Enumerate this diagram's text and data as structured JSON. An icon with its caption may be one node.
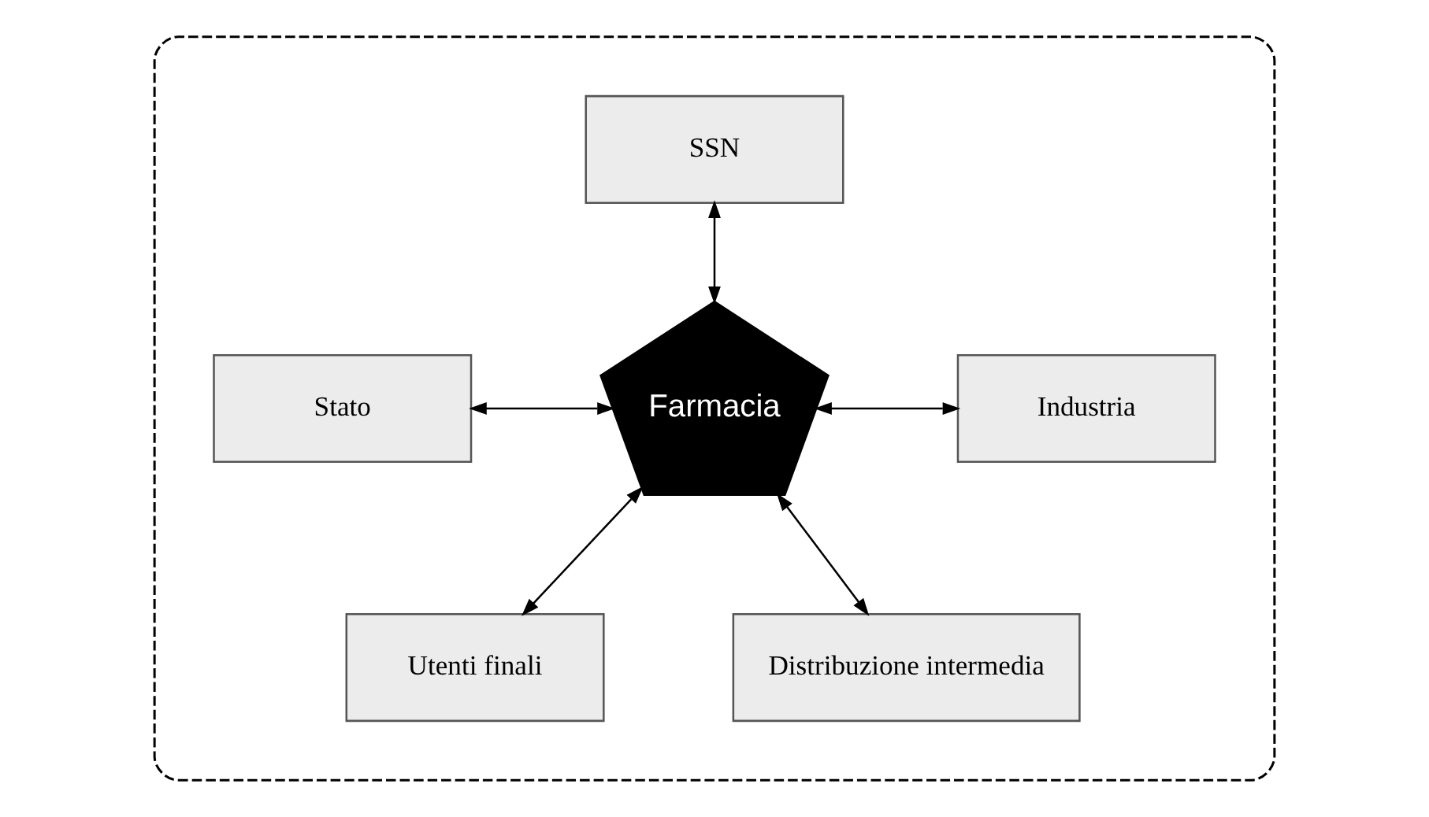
{
  "diagram": {
    "nodes": [
      {
        "text": [],
        "shape": "ellipse"
      },
      {
        "text": [
          "SSN"
        ],
        "in": 0
      },
      {
        "text": [
          "Stato"
        ],
        "in": 0
      },
      {
        "text": [
          "Industria"
        ],
        "in": 0
      },
      {
        "text": [
          "Farmacia"
        ],
        "in": 0
      },
      {
        "text": [
          "Utenti finali"
        ],
        "in": 0
      },
      {
        "text": [
          "Distribuzione intermedia"
        ],
        "in": 0
      }
    ],
    "edges": [
      {
        "from": 1,
        "to": 4,
        "arrow": "both"
      },
      {
        "from": 2,
        "to": 4,
        "arrow": "both"
      },
      {
        "from": 4,
        "to": 3,
        "arrow": "both"
      },
      {
        "from": 4,
        "to": 5,
        "arrow": "both"
      },
      {
        "from": 4,
        "to": 6,
        "arrow": "both"
      }
    ]
  }
}
